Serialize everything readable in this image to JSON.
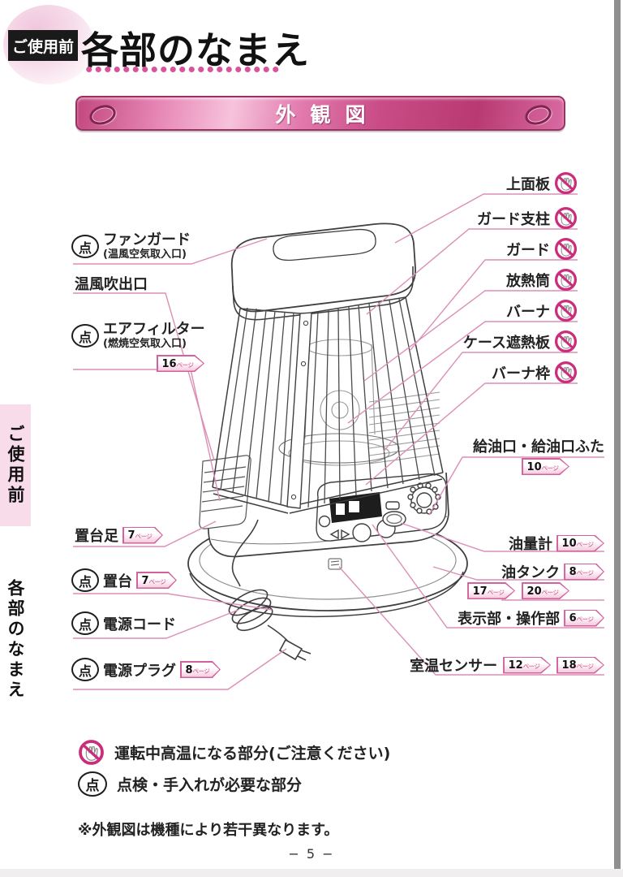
{
  "colors": {
    "accent": "#c9417f",
    "leader_line": "#dc8fb7",
    "banner_dark": "#9e2f63"
  },
  "header": {
    "tab": "ご使用前",
    "title": "各部のなまえ",
    "banner": "外観図"
  },
  "sidebar": {
    "tab": "ご使用前",
    "section": "各部のなまえ"
  },
  "page_unit": "ページ",
  "point_symbol": "点",
  "parts": {
    "top_plate": "上面板",
    "guard_post": "ガード支柱",
    "guard": "ガード",
    "radiant_cylinder": "放熱筒",
    "burner": "バーナ",
    "case_heat_shield": "ケース遮熱板",
    "burner_frame": "バーナ枠",
    "fuel_port": {
      "text": "給油口・給油口ふた",
      "page": "10"
    },
    "oil_gauge": {
      "text": "油量計",
      "page": "10"
    },
    "oil_tank": {
      "text": "油タンク",
      "page": "8",
      "page2": "17",
      "page3": "20"
    },
    "display_panel": {
      "text": "表示部・操作部",
      "page": "6"
    },
    "room_sensor": {
      "text": "室温センサー",
      "page": "12",
      "page2": "18"
    },
    "fan_guard": {
      "text": "ファンガード",
      "sub": "(温風空気取入口)"
    },
    "warm_air_outlet": "温風吹出口",
    "air_filter": {
      "text": "エアフィルター",
      "sub": "(燃焼空気取入口)",
      "page": "16"
    },
    "stand_foot": {
      "text": "置台足",
      "page": "7"
    },
    "stand": {
      "text": "置台",
      "page": "7"
    },
    "power_cord": "電源コード",
    "power_plug": {
      "text": "電源プラグ",
      "page": "8"
    }
  },
  "legend": {
    "hot": "運転中高温になる部分(ご注意ください)",
    "point": "点検・手入れが必要な部分"
  },
  "footer": {
    "note": "※外観図は機種により若干異なります。",
    "page_number": "− 5 −"
  }
}
